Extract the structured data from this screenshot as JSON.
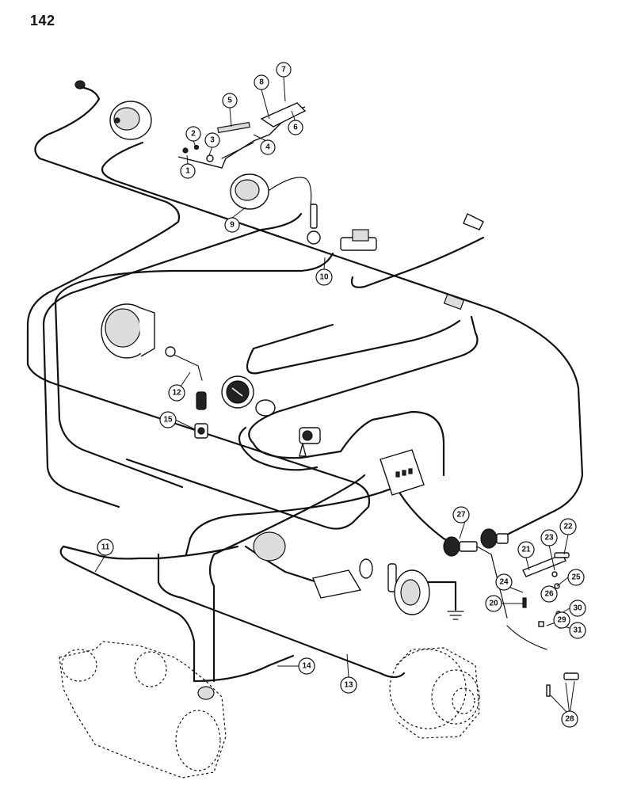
{
  "page_number": "142",
  "callouts": [
    {
      "id": "c1",
      "label": "1"
    },
    {
      "id": "c2",
      "label": "2"
    },
    {
      "id": "c3",
      "label": "3"
    },
    {
      "id": "c4",
      "label": "4"
    },
    {
      "id": "c5",
      "label": "5"
    },
    {
      "id": "c6",
      "label": "6"
    },
    {
      "id": "c7",
      "label": "7"
    },
    {
      "id": "c8",
      "label": "8"
    },
    {
      "id": "c9",
      "label": "9"
    },
    {
      "id": "c10",
      "label": "10"
    },
    {
      "id": "c11",
      "label": "11"
    },
    {
      "id": "c12",
      "label": "12"
    },
    {
      "id": "c13",
      "label": "13"
    },
    {
      "id": "c14",
      "label": "14"
    },
    {
      "id": "c15",
      "label": "15"
    },
    {
      "id": "c20",
      "label": "20"
    },
    {
      "id": "c21",
      "label": "21"
    },
    {
      "id": "c22",
      "label": "22"
    },
    {
      "id": "c23",
      "label": "23"
    },
    {
      "id": "c24",
      "label": "24"
    },
    {
      "id": "c25",
      "label": "25"
    },
    {
      "id": "c26",
      "label": "26"
    },
    {
      "id": "c27",
      "label": "27"
    },
    {
      "id": "c28",
      "label": "28"
    },
    {
      "id": "c29",
      "label": "29"
    },
    {
      "id": "c30",
      "label": "30"
    },
    {
      "id": "c31",
      "label": "31"
    }
  ]
}
